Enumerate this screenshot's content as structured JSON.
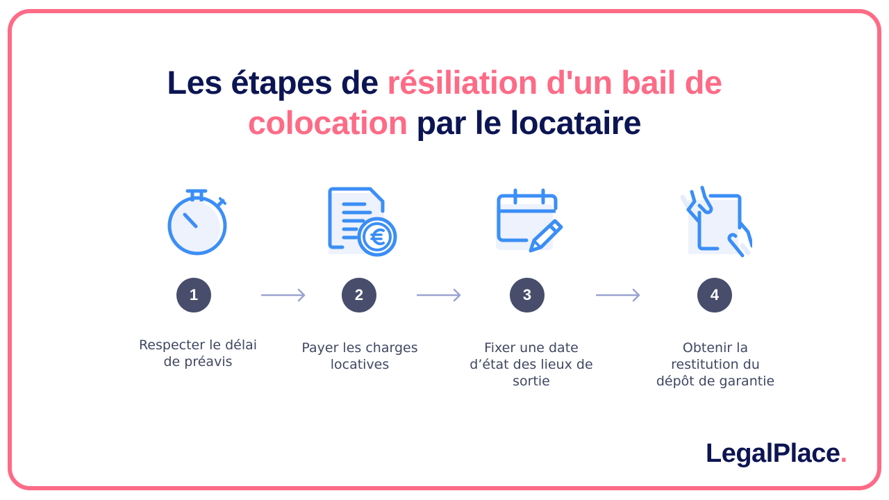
{
  "title": {
    "part1": "Les étapes de ",
    "part2_accent": "résiliation d'un bail de",
    "part3_accent": "colocation",
    "part4": " par le locataire"
  },
  "steps": [
    {
      "number": "1",
      "icon": "stopwatch-icon",
      "label_line1": "Respecter le délai",
      "label_line2": "de préavis",
      "label_line3": ""
    },
    {
      "number": "2",
      "icon": "invoice-euro-icon",
      "label_line1": "Payer les charges",
      "label_line2": "locatives",
      "label_line3": ""
    },
    {
      "number": "3",
      "icon": "calendar-pencil-icon",
      "label_line1": "Fixer une date",
      "label_line2": "d’état des lieux de",
      "label_line3": "sortie"
    },
    {
      "number": "4",
      "icon": "hands-document-icon",
      "label_line1": "Obtenir la",
      "label_line2": "restitution du",
      "label_line3": "dépôt de garantie"
    }
  ],
  "arrows": [
    "arrow-right",
    "arrow-right",
    "arrow-right"
  ],
  "logo": {
    "text": "LegalPlace",
    "dot": "."
  },
  "colors": {
    "border": "#fd6b86",
    "title_dark": "#0c1553",
    "title_accent": "#fd6b86",
    "icon_stroke": "#3b8ef6",
    "icon_fill": "#eef2fc",
    "step_circle": "#474d6b",
    "arrow": "#9aa3cf",
    "label_text": "#404762"
  }
}
